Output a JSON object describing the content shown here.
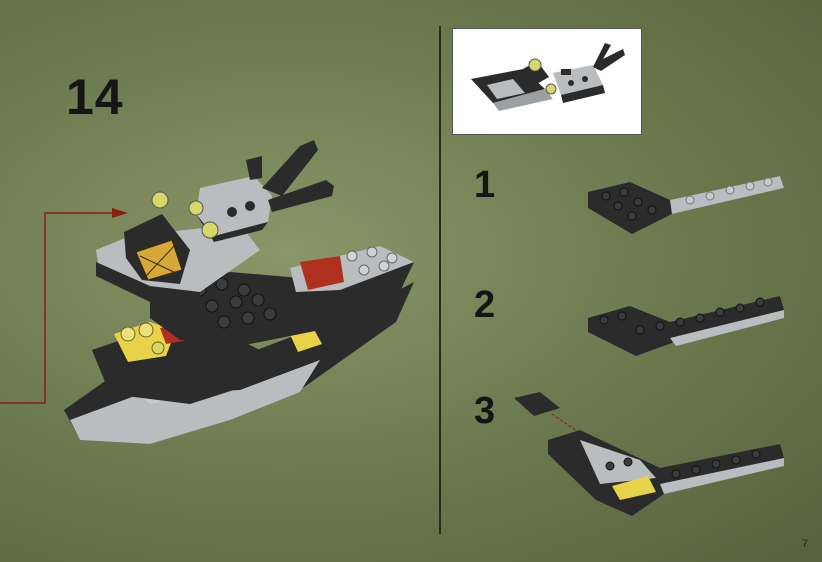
{
  "instruction": {
    "main_step": "14",
    "sub_steps": [
      "1",
      "2",
      "3"
    ],
    "page_number": "7"
  },
  "colors": {
    "background": "#6f7d52",
    "brick_black": "#2b2b2b",
    "brick_gray": "#b9bdc0",
    "brick_red": "#b03020",
    "brick_yellow": "#e8d24a",
    "brick_trans_yellow": "#d6d66a",
    "arrow": "#8a1f12"
  }
}
